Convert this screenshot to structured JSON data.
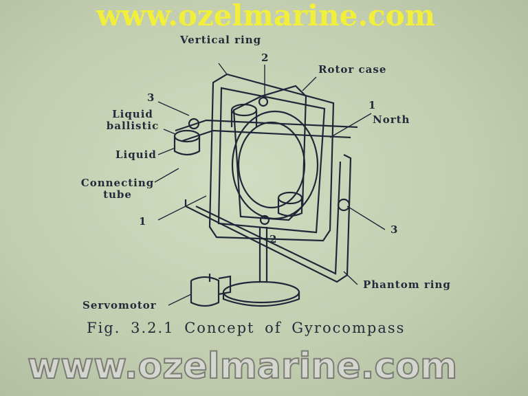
{
  "labels": {
    "vertical_ring": "Vertical ring",
    "rotor_case": "Rotor case",
    "liquid_ballistic": "Liquid ballistic",
    "liquid": "Liquid",
    "connecting_tube": "Connecting tube",
    "north": "North",
    "phantom_ring": "Phantom ring",
    "servomotor": "Servomotor",
    "num_2_top": "2",
    "num_3_left": "3",
    "num_1_right": "1",
    "num_1_left": "1",
    "num_3_right": "3",
    "num_2_bottom": "2"
  },
  "caption": "Fig. 3.2.1   Concept of Gyrocompass",
  "watermark": {
    "yellow": "www.ozelmarine.com",
    "diagonal": "www.ozelmarine.com"
  },
  "colors": {
    "background": "#c3ceb0",
    "ink": "#222b3a",
    "watermark_yellow": "#f2ef3a"
  }
}
